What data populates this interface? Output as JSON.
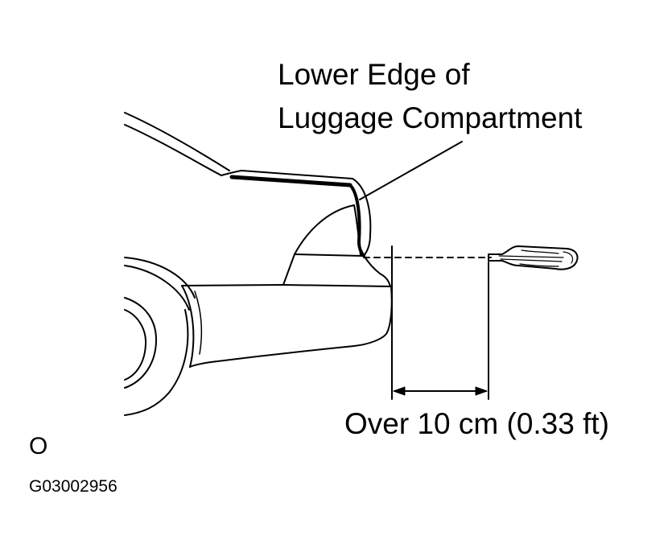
{
  "labels": {
    "callout_line1": "Lower Edge of",
    "callout_line2": "Luggage Compartment",
    "distance": "Over 10 cm (0.33 ft)",
    "mark": "O",
    "figure_code": "G03002956"
  },
  "icons": {
    "key_fob": "key-fob-icon"
  }
}
